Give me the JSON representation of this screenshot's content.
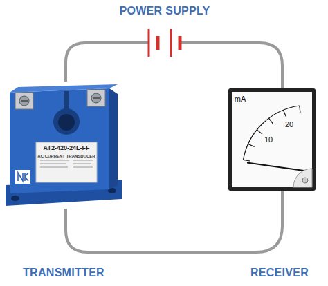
{
  "diagram": {
    "nodes": [
      {
        "text": [
          "POWER SUPPLY"
        ]
      },
      {
        "text": [
          "TRANSMITTER"
        ]
      },
      {
        "text": [
          "RECEIVER"
        ]
      }
    ],
    "edges": [
      {
        "from": 0,
        "to": 2,
        "arrow": "none"
      },
      {
        "from": 2,
        "to": 1,
        "arrow": "none"
      },
      {
        "from": 1,
        "to": 0,
        "arrow": "none"
      }
    ],
    "labels": [
      "AT2-420-24L-FF",
      "AC CURRENT TRANSDUCER",
      "mA",
      "10",
      "20"
    ]
  }
}
